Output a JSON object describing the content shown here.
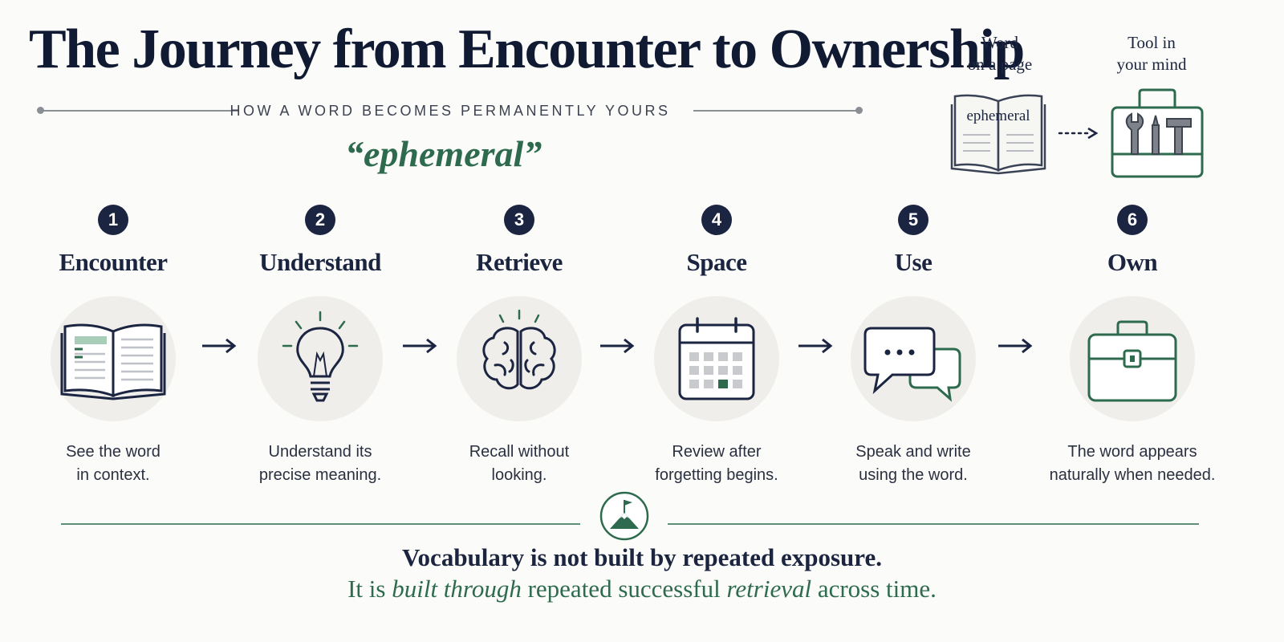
{
  "title": "The Journey from Encounter to Ownership",
  "subtitle": "HOW A WORD BECOMES PERMANENTLY YOURS",
  "example_word": "“ephemeral”",
  "transformation": {
    "from_label": [
      "Word",
      "on a page"
    ],
    "book_word": "ephemeral",
    "to_label": [
      "Tool in",
      "your mind"
    ]
  },
  "steps": [
    {
      "number": "1",
      "title": "Encounter",
      "icon": "open-book-icon",
      "desc": [
        "See the word",
        "in context."
      ]
    },
    {
      "number": "2",
      "title": "Understand",
      "icon": "lightbulb-icon",
      "desc": [
        "Understand its",
        "precise meaning."
      ]
    },
    {
      "number": "3",
      "title": "Retrieve",
      "icon": "brain-icon",
      "desc": [
        "Recall without",
        "looking."
      ]
    },
    {
      "number": "4",
      "title": "Space",
      "icon": "calendar-icon",
      "desc": [
        "Review after",
        "forgetting begins."
      ]
    },
    {
      "number": "5",
      "title": "Use",
      "icon": "speech-bubbles-icon",
      "desc": [
        "Speak and write",
        "using the word."
      ]
    },
    {
      "number": "6",
      "title": "Own",
      "icon": "toolbox-icon",
      "desc": [
        "The word appears",
        "naturally when needed."
      ]
    }
  ],
  "conclusion": {
    "line1": "Vocabulary is not built by repeated exposure.",
    "line2_parts": [
      "It is ",
      "built through",
      " repeated successful ",
      "retrieval",
      " across time."
    ]
  },
  "colors": {
    "navy": "#1b2542",
    "green": "#2e6b4e",
    "circle_bg": "#efeeea",
    "background": "#fbfbf9"
  }
}
